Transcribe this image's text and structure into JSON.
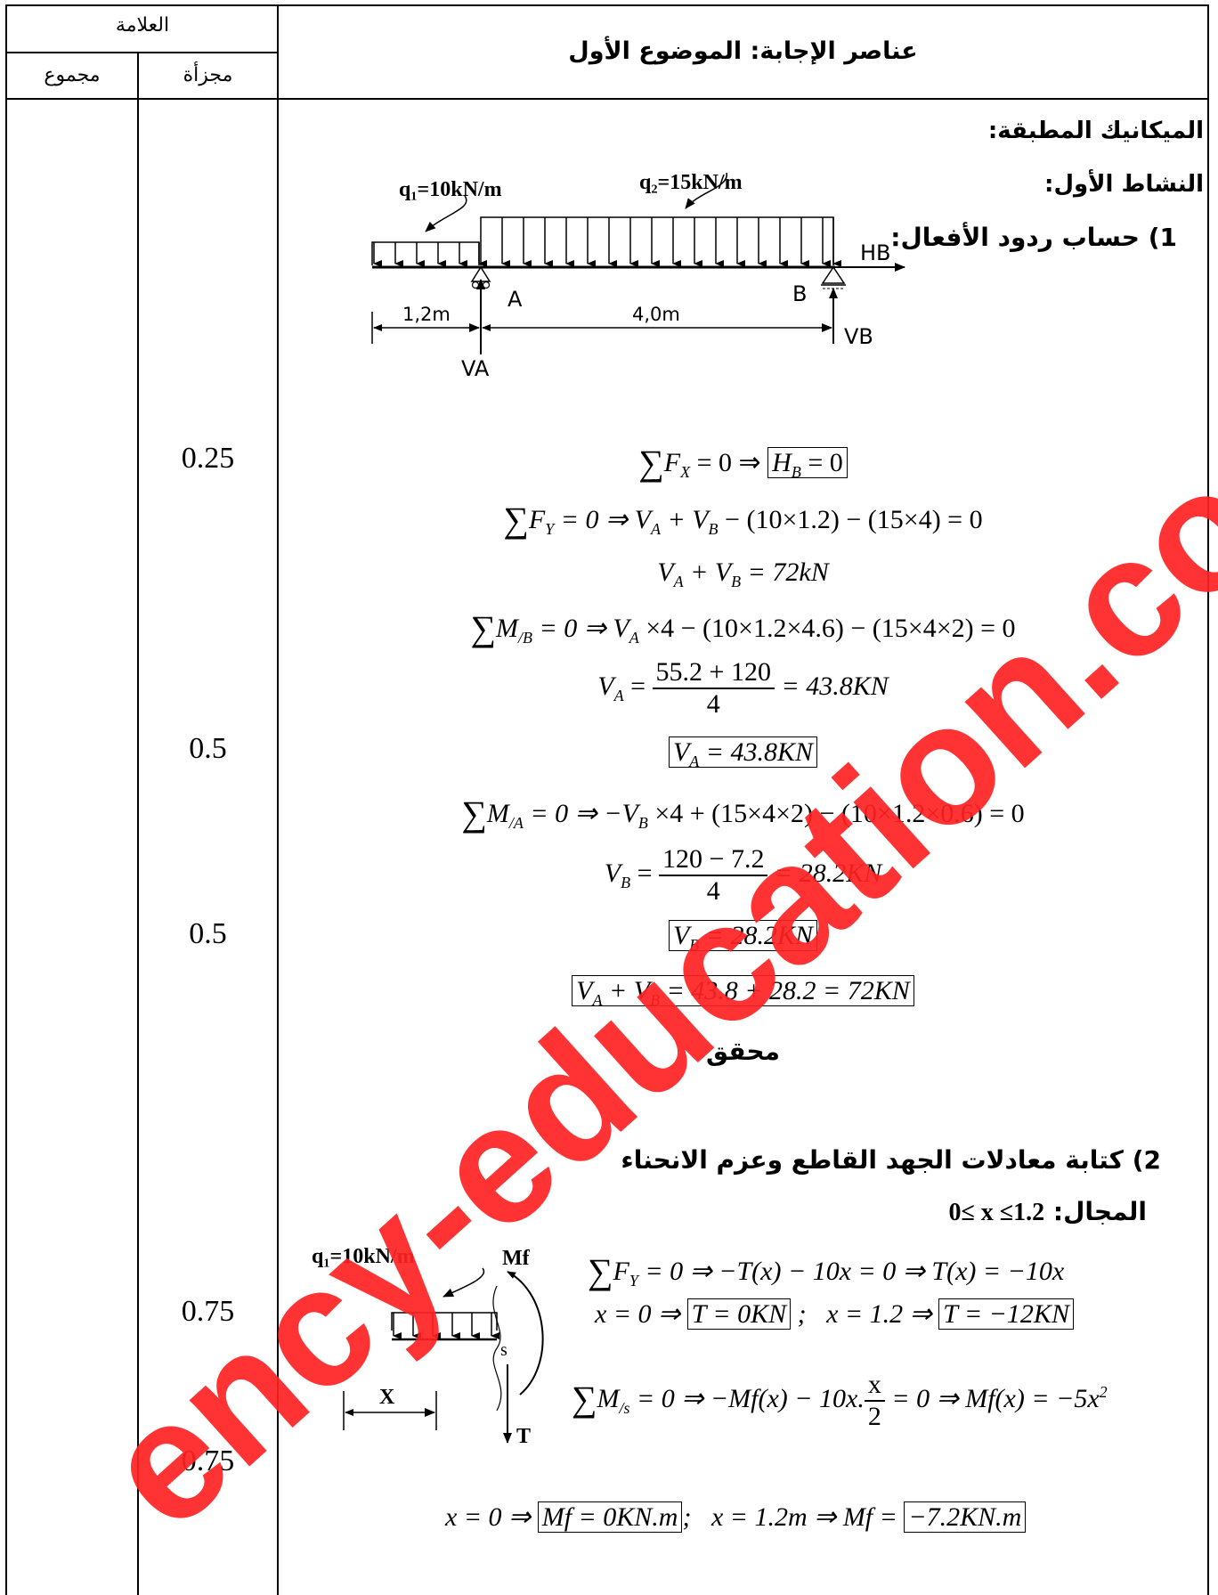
{
  "header": {
    "marks_label": "العلامة",
    "total_label": "مجموع",
    "partial_label": "مجزأة",
    "title": "عناصر الإجابة: الموضوع الأول"
  },
  "sections": {
    "subject": "الميكانيك المطبقة:",
    "activity": "النشاط الأول:",
    "q1": "1) حساب ردود الأفعال:",
    "verified": "محقق",
    "q2": "2) كتابة معادلات الجهد القاطع وعزم الانحناء",
    "domain": "المجال: 1.2≥ x ≥0"
  },
  "beam_diagram": {
    "q1_label": "q₁=10kN/m",
    "q2_label": "q₂=15kN/m",
    "hb": "HB",
    "a": "A",
    "b": "B",
    "vb": "VB",
    "va": "VA",
    "dim1": "1,2m",
    "dim2": "4,0m"
  },
  "section_diagram": {
    "q1_label": "q₁=10kN/m",
    "mf": "Mf",
    "s": "s",
    "x": "X",
    "t": "T"
  },
  "marks": [
    "0.25",
    "0.5",
    "0.5",
    "0.75",
    "0.75"
  ],
  "equations": {
    "e1a": "∑F",
    "e1b": " = 0 ⇒ ",
    "e1c": "H",
    "e1d": " = 0",
    "e2": " = 0 ⇒ V",
    "e2b": " + V",
    "e2c": " − (10×1.2) − (15×4) = 0",
    "e3": " = 72kN",
    "e4": " = 0 ⇒ V",
    "e4b": " ×4 − (10×1.2×4.6) − (15×4×2) = 0",
    "e5num": "55.2 + 120",
    "e5den": "4",
    "e5res": " = 43.8KN",
    "e6": " = 43.8KN",
    "e7": " = 0 ⇒ −V",
    "e7b": " ×4 + (15×4×2) − (10×1.2×0.6) = 0",
    "e8num": "120 − 7.2",
    "e8den": "4",
    "e8res": " = 28.2KN",
    "e9": " = 28.2KN",
    "e10": " = 43.8 + 28.2 = 72KN",
    "s1": " = 0 ⇒ −T(x) − 10x = 0 ⇒ T(x) = −10x",
    "s2a": "x = 0 ⇒ ",
    "s2b": "T = 0KN",
    "s2c": " ;   x = 1.2 ⇒ ",
    "s2d": "T = −12KN",
    "s3a": " = 0 ⇒ −Mf(x) − 10x.",
    "s3num": "x",
    "s3den": "2",
    "s3b": " = 0 ⇒ Mf(x) = −5x",
    "s3sup": "2",
    "s4a": "x = 0 ⇒ ",
    "s4b": "Mf = 0KN.m",
    "s4c": ";   x = 1.2m ⇒ Mf = ",
    "s4d": "−7.2KN.m"
  },
  "watermark": "ency-education.com"
}
